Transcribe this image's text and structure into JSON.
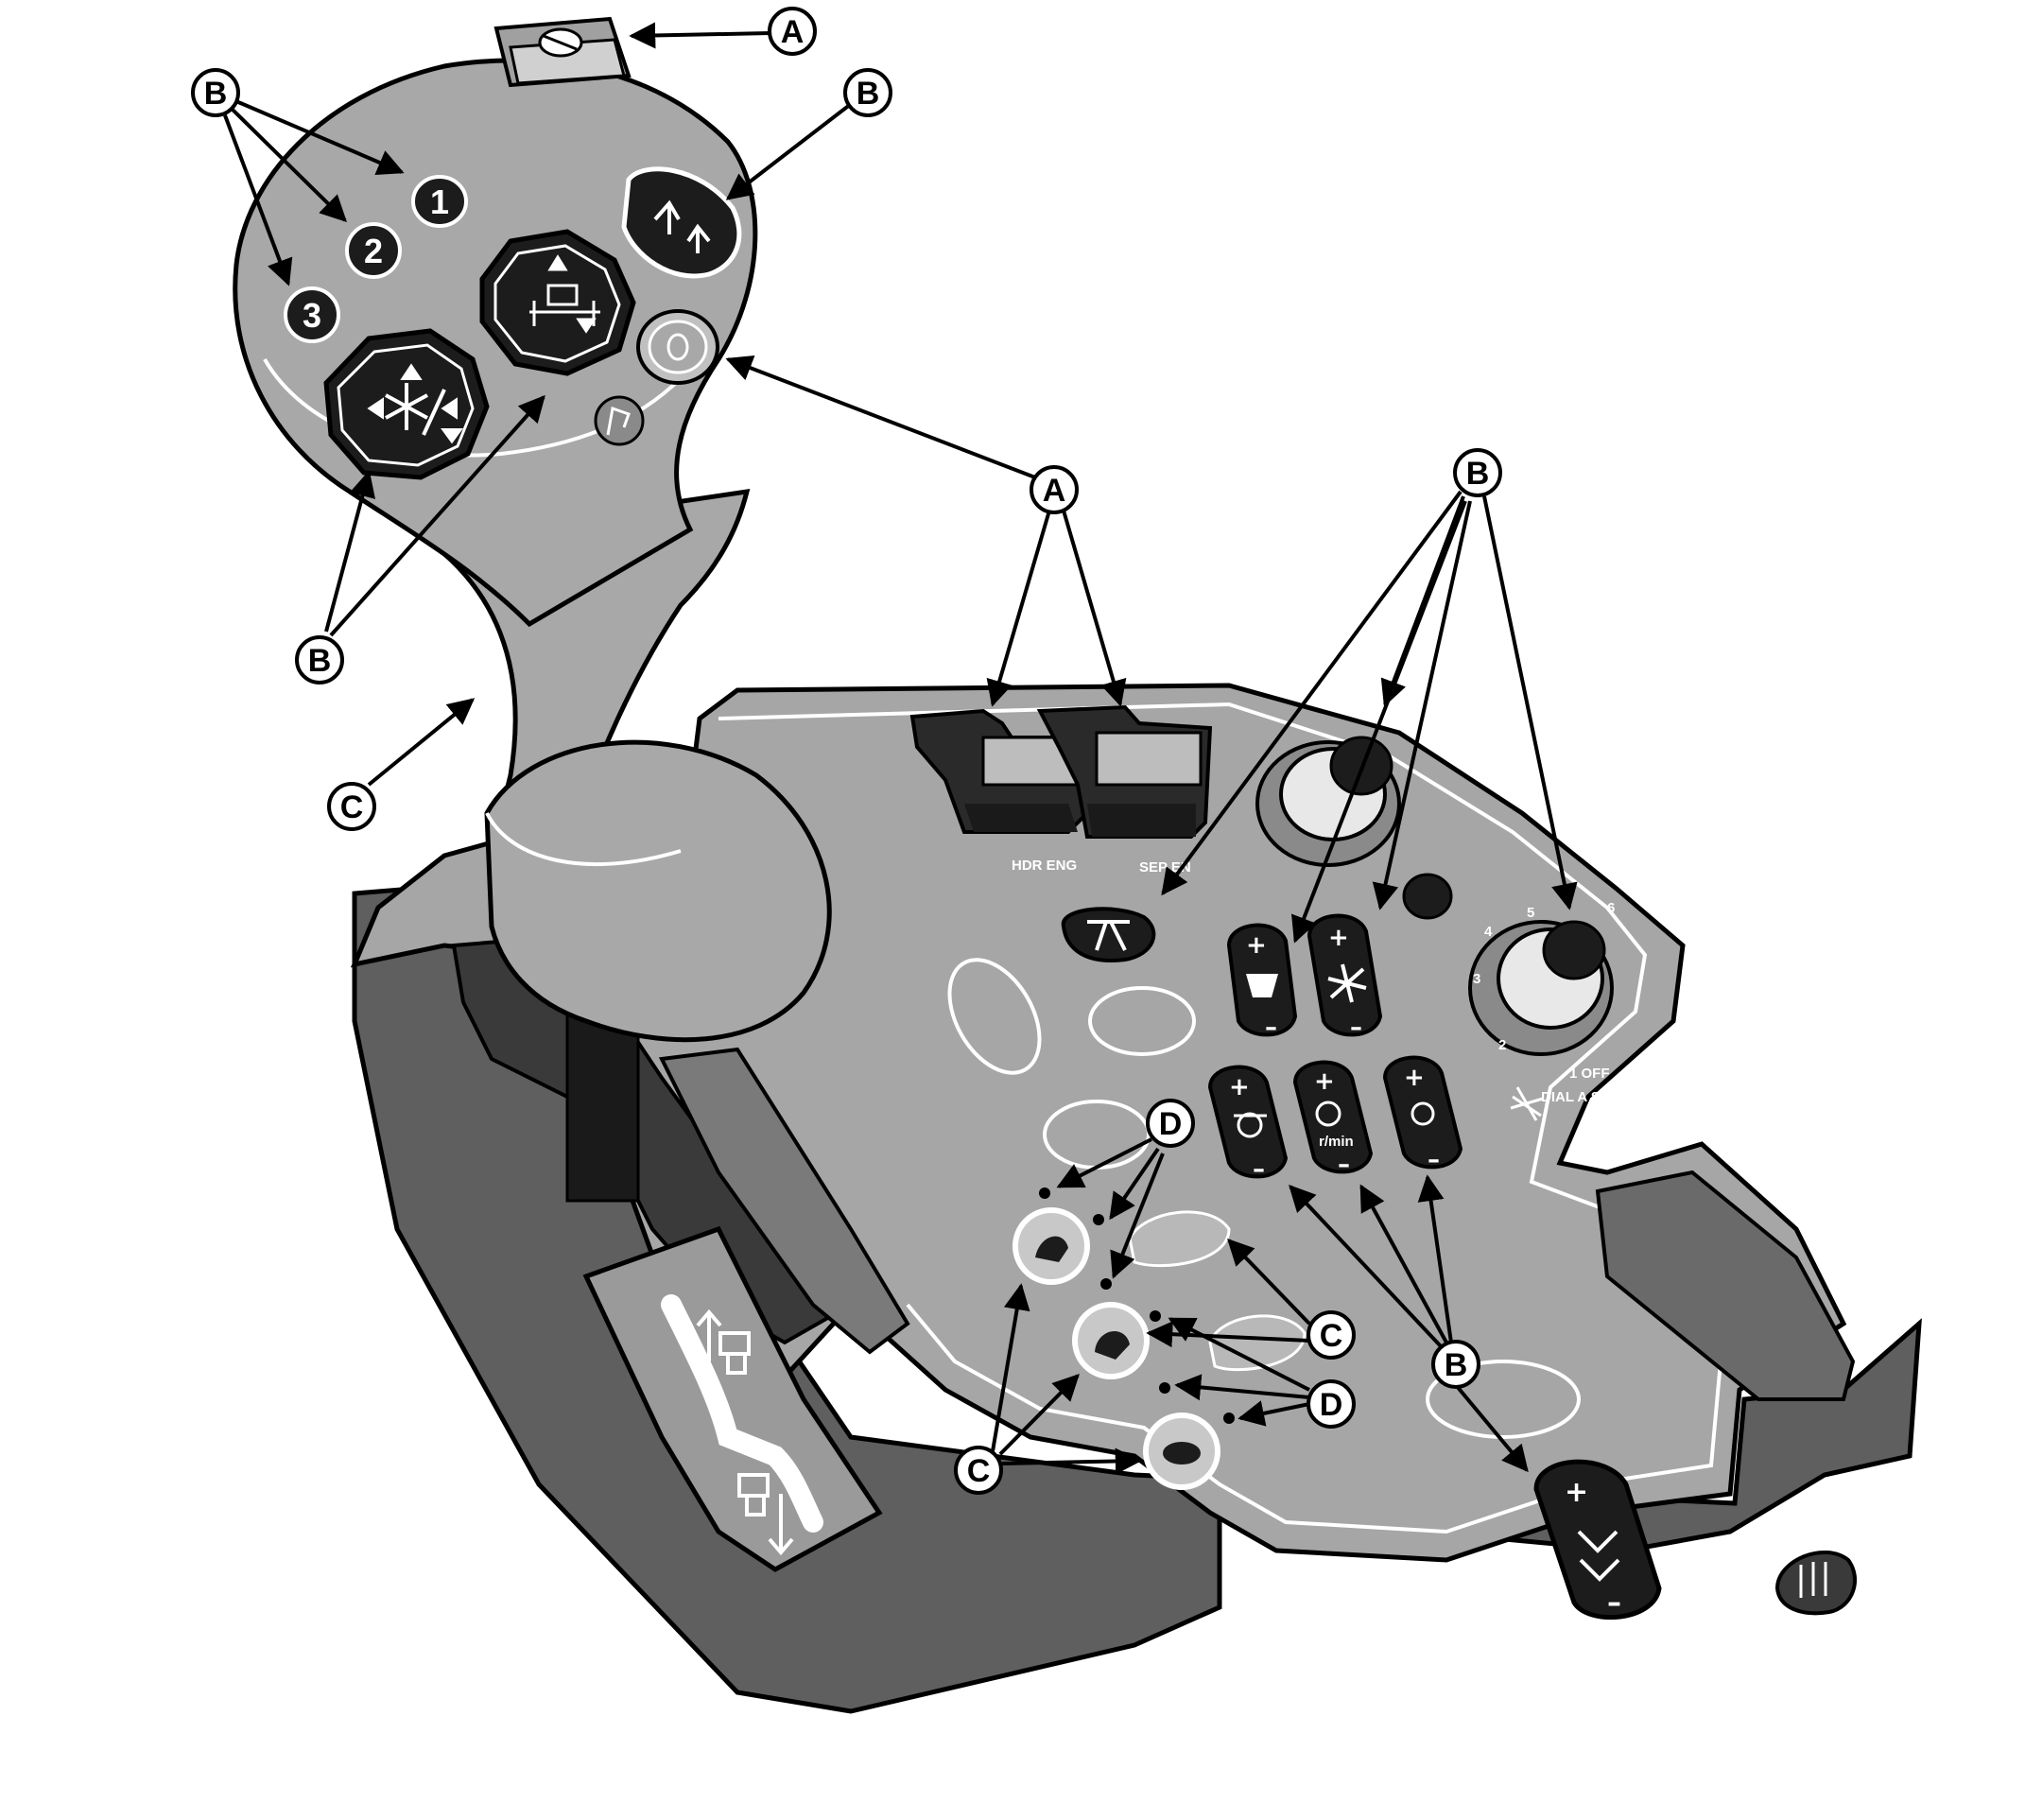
{
  "callout_letters": {
    "a": "A",
    "b": "B",
    "c": "C",
    "d": "D"
  },
  "handle_buttons": {
    "preset_1": "1",
    "preset_2": "2",
    "preset_3": "3"
  },
  "console_labels": {
    "header_engage": "HDR ENG",
    "separator_engage": "SEP EN",
    "dial_a_speed": "DIAL A SPEED",
    "off_position": "1 OFF",
    "rpm_unit": "r/min"
  },
  "speed_dial_marks": [
    "2",
    "3",
    "4",
    "5",
    "6"
  ],
  "button_signs": {
    "plus": "+",
    "minus": "–"
  },
  "colors": {
    "handle": "#a8a8a8",
    "console_top": "#a6a6a6",
    "console_side": "#5f5f5f",
    "console_dark": "#3a3a3a",
    "button": "#1c1c1c",
    "outline": "#000000",
    "highlight": "#ffffff"
  },
  "icons": {
    "top_switch": "trigger-switch-icon",
    "header_height_button": "header-height-icon",
    "reel_position_button": "reel-position-icon",
    "shift_button": "shift-button-icon",
    "rabbit": "rabbit-icon",
    "turtle": "turtle-icon",
    "fan_speed": "fan-speed-icon",
    "concave": "concave-icon"
  }
}
